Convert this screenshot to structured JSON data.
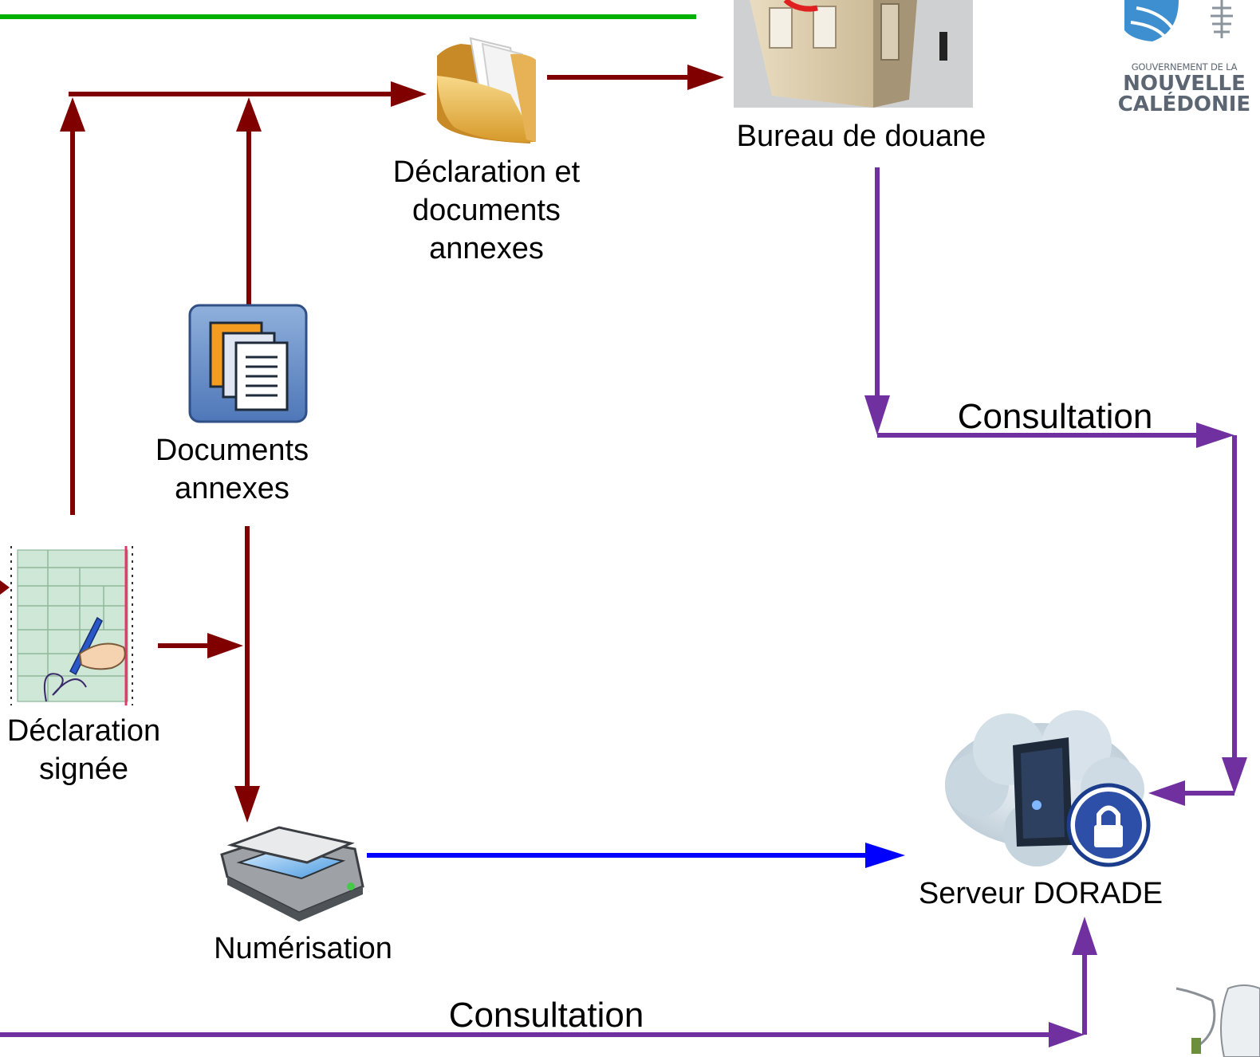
{
  "nodes": {
    "bureau": {
      "label": "Bureau de douane"
    },
    "declaration_et_docs": {
      "lines": [
        "Déclaration et",
        "documents",
        "annexes"
      ]
    },
    "documents_annexes": {
      "lines": [
        "Documents",
        "annexes"
      ]
    },
    "declaration_signee": {
      "lines": [
        "Déclaration",
        "signée"
      ]
    },
    "numerisation": {
      "label": "Numérisation"
    },
    "serveur": {
      "label": "Serveur DORADE"
    }
  },
  "edges": {
    "consultation_bureau": {
      "label": "Consultation"
    },
    "consultation_bottom": {
      "label": "Consultation"
    }
  },
  "logo": {
    "line1": "GOUVERNEMENT DE LA",
    "line2": "NOUVELLE",
    "line3": "CALÉDONIE"
  },
  "colors": {
    "physical_flow": "#800000",
    "consultation_flow": "#7030A0",
    "upload_flow": "#0000FF",
    "top_rule": "#00B000",
    "logo_text": "#5b6672"
  }
}
